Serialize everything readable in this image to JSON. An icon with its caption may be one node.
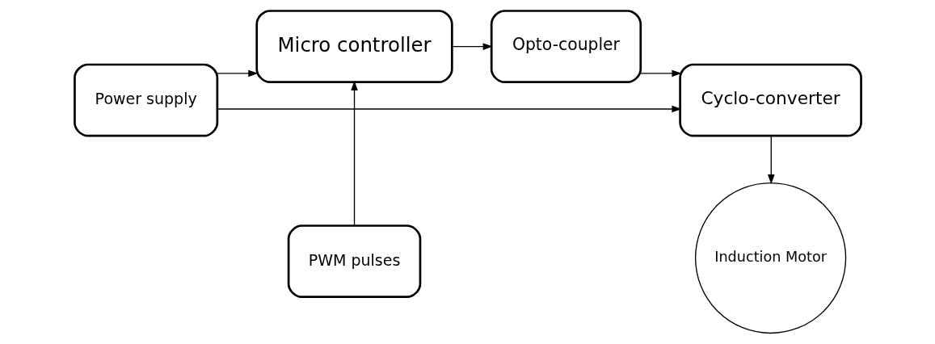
{
  "diagram": {
    "nodes": [
      {
        "text": [
          "Power supply"
        ]
      },
      {
        "text": [
          "Micro controller"
        ]
      },
      {
        "text": [
          "Opto-coupler"
        ]
      },
      {
        "text": [
          "Cyclo-converter"
        ]
      },
      {
        "text": [
          "PWM pulses"
        ]
      },
      {
        "text": [
          "Induction Motor"
        ]
      }
    ],
    "edges": [
      {
        "from": 0,
        "to": 1,
        "arrow": "to"
      },
      {
        "from": 1,
        "to": 2,
        "arrow": "to"
      },
      {
        "from": 2,
        "to": 3,
        "arrow": "to"
      },
      {
        "from": 0,
        "to": 3,
        "arrow": "to"
      },
      {
        "from": 4,
        "to": 1,
        "arrow": "to"
      },
      {
        "from": 3,
        "to": 5,
        "arrow": "to"
      }
    ]
  }
}
